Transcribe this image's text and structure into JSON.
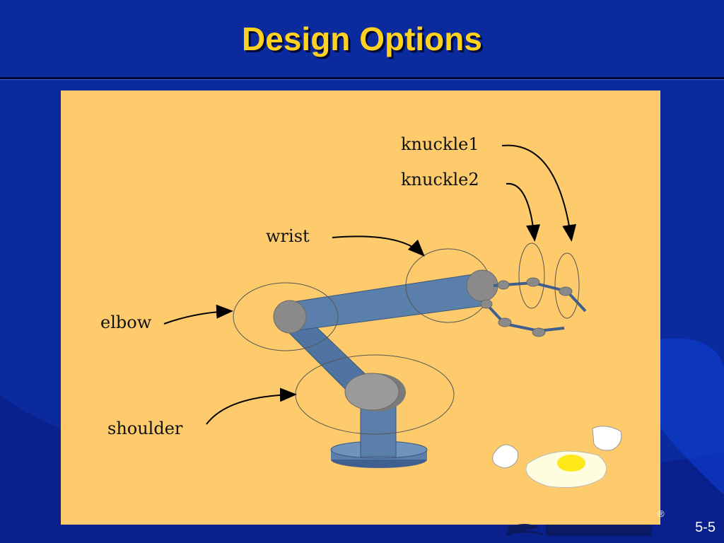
{
  "slide": {
    "title": "Design Options",
    "page_number": "5-5"
  },
  "diagram": {
    "labels": {
      "knuckle1": "knuckle1",
      "knuckle2": "knuckle2",
      "wrist": "wrist",
      "elbow": "elbow",
      "shoulder": "shoulder"
    }
  },
  "colors": {
    "background": "#0b2a9e",
    "title": "#ffd21f",
    "panel": "#fdcb6c",
    "arm": "#5a7faa",
    "joint": "#8a8a8a"
  },
  "logo": {
    "registered_mark": "®",
    "icon": "wind-river-logo"
  }
}
